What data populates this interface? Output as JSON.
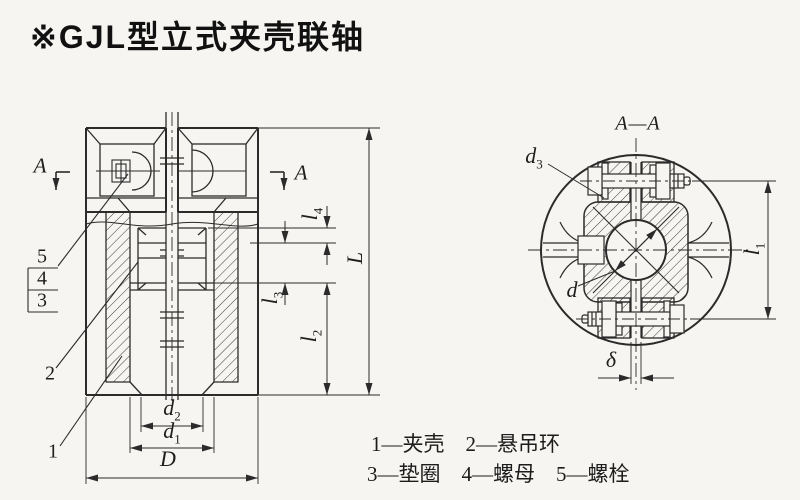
{
  "page": {
    "title": "※GJL型立式夹壳联轴"
  },
  "section_front": {
    "marker_left": "A",
    "marker_right": "A",
    "callouts": [
      "5",
      "4",
      "3",
      "2",
      "1"
    ]
  },
  "section_aa": {
    "title": "A—A"
  },
  "dims": {
    "L": {
      "base": "L",
      "sub": ""
    },
    "l1": {
      "base": "l",
      "sub": "1"
    },
    "l2": {
      "base": "l",
      "sub": "2"
    },
    "l3": {
      "base": "l",
      "sub": "3"
    },
    "l4": {
      "base": "l",
      "sub": "4"
    },
    "D": {
      "base": "D",
      "sub": ""
    },
    "d": {
      "base": "d",
      "sub": ""
    },
    "d1": {
      "base": "d",
      "sub": "1"
    },
    "d2": {
      "base": "d",
      "sub": "2"
    },
    "d3": {
      "base": "d",
      "sub": "3"
    },
    "delta": {
      "base": "δ",
      "sub": ""
    }
  },
  "legend": {
    "line1": "1—夹壳　2—悬吊环",
    "line2": "3—垫圈　4—螺母　5—螺栓"
  },
  "colors": {
    "line": "#2b2b2b",
    "background": "#f6f5f1",
    "hatch": "#3c3c3c"
  }
}
